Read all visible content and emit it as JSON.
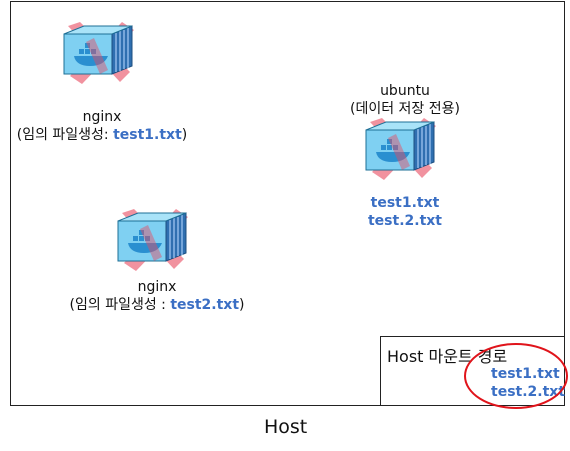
{
  "diagram": {
    "host_label": "Host",
    "containers": [
      {
        "name": "nginx",
        "note_prefix": "(임의 파일생성: ",
        "note_file": "test1.txt",
        "note_suffix": ")"
      },
      {
        "name": "ubuntu",
        "subtitle": "(데이터 저장 전용)",
        "files": [
          "test1.txt",
          "test.2.txt"
        ]
      },
      {
        "name": "nginx",
        "note_prefix": "(임의 파일생성 : ",
        "note_file": "test2.txt",
        "note_suffix": ")"
      }
    ],
    "mount": {
      "title": "Host 마운트 경로",
      "files": [
        "test1.txt",
        "test.2.txt"
      ]
    }
  },
  "colors": {
    "file_text": "#3b6fc4",
    "highlight_ring": "#e0141b",
    "container_box": "#2aa7e0",
    "cross_mark": "#e84a5f"
  },
  "icons": [
    "docker-container-icon",
    "docker-whale-icon",
    "red-x-mark"
  ]
}
